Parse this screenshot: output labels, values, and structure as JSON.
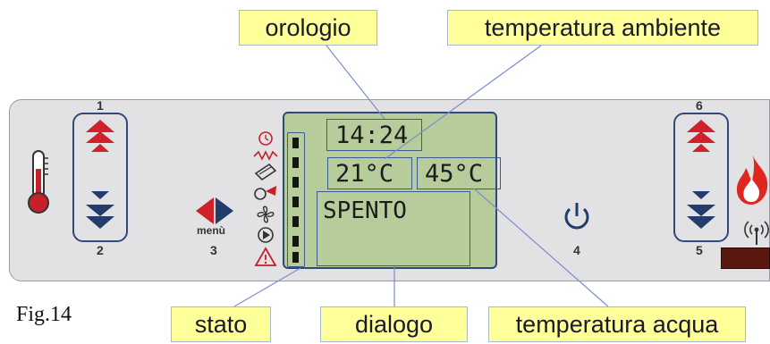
{
  "figure": {
    "caption": "Fig.14"
  },
  "callouts": {
    "orologio": "orologio",
    "temperatura_ambiente": "temperatura ambiente",
    "stato": "stato",
    "dialogo": "dialogo",
    "temperatura_acqua": "temperatura acqua"
  },
  "display": {
    "clock": "14:24",
    "room_temperature": "21°C",
    "water_temperature": "45°C",
    "dialog_text": "SPENTO",
    "state_segments": 7
  },
  "keys": {
    "key1": "1",
    "key2": "2",
    "menu_label": "menù",
    "key3": "3",
    "key4": "4",
    "key5": "5",
    "key6": "6"
  },
  "icons": {
    "status_icons": [
      "clock-icon",
      "heater-resistance-icon",
      "pellet-feed-icon",
      "fan-motor-icon",
      "fan-icon",
      "pump-icon",
      "alarm-icon"
    ],
    "left": "thermometer-icon",
    "right": [
      "flame-icon",
      "remote-signal-icon"
    ]
  },
  "colors": {
    "callout_fill": "#ffff99",
    "lcd_fill": "#b7cc9b",
    "panel_fill": "#e2e2e4",
    "frame_blue": "#2f4a78",
    "accent_red": "#d0202a",
    "arrow_navy": "#223c6b"
  }
}
